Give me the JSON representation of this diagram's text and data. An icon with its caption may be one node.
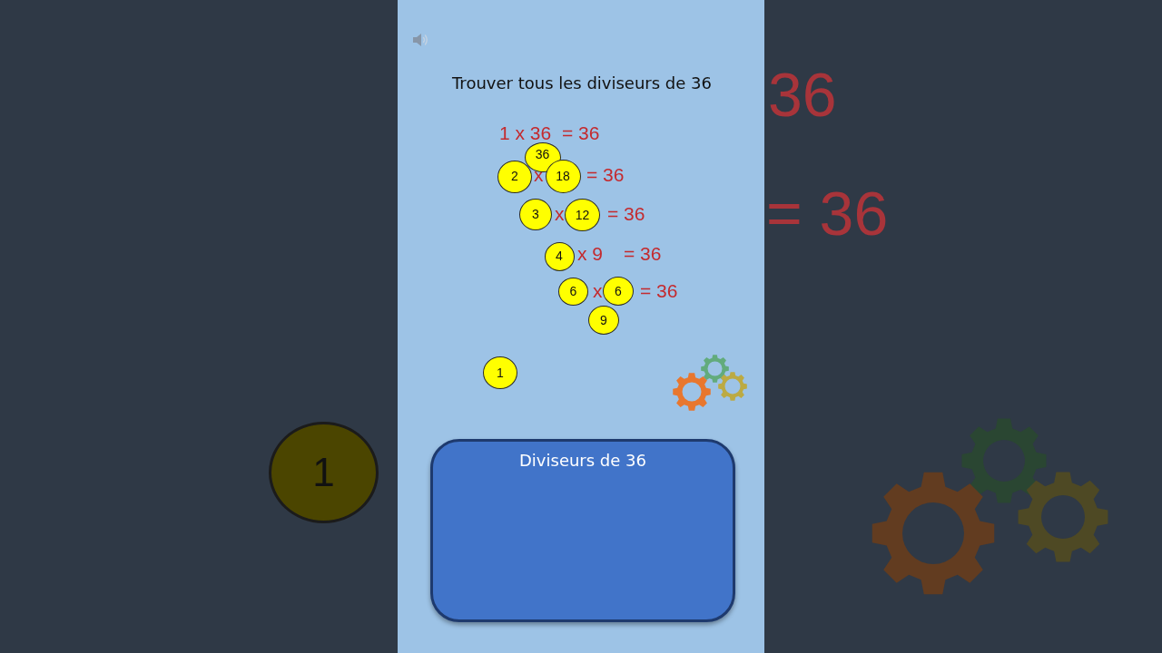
{
  "diagram": {
    "title": "Trouver tous les diviseurs de 36",
    "nodes": [
      {
        "text": [
          "36"
        ]
      },
      {
        "text": [
          "2"
        ]
      },
      {
        "text": [
          "18"
        ]
      },
      {
        "text": [
          "3"
        ]
      },
      {
        "text": [
          "12"
        ]
      },
      {
        "text": [
          "4"
        ]
      },
      {
        "text": [
          "6"
        ]
      },
      {
        "text": [
          "6"
        ]
      },
      {
        "text": [
          "9"
        ]
      },
      {
        "text": [
          "1"
        ]
      },
      {
        "text": [
          "Diviseurs de 36"
        ]
      },
      {
        "text": [
          "1"
        ]
      }
    ],
    "labels": [
      "1 x 36",
      "= 36",
      "x",
      "= 36",
      "x",
      "= 36",
      "x 9",
      "= 36",
      "x",
      "= 36",
      "36",
      "= 36"
    ]
  }
}
